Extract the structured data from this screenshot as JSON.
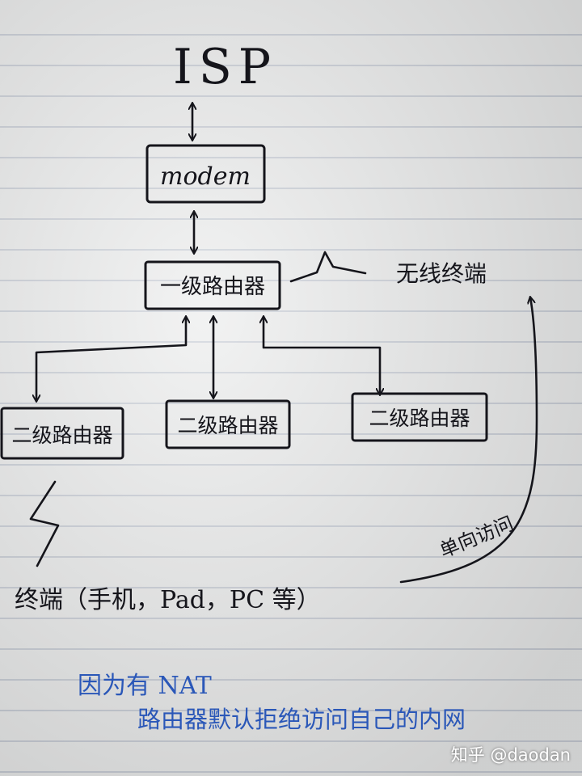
{
  "diagram": {
    "isp": "ISP",
    "modem": "modem",
    "primary_router": "一级路由器",
    "wireless_terminal": "无线终端",
    "secondary_routers": [
      "二级路由器",
      "二级路由器",
      "二级路由器"
    ],
    "terminals": "终端（手机，Pad，PC 等）",
    "one_way_access": "单向访问",
    "note_line1": "因为有 NAT",
    "note_line2": "路由器默认拒绝访问自己的内网",
    "ink_color": "#15151b",
    "note_color": "#2a57b8"
  },
  "watermark": "知乎 @daodan"
}
